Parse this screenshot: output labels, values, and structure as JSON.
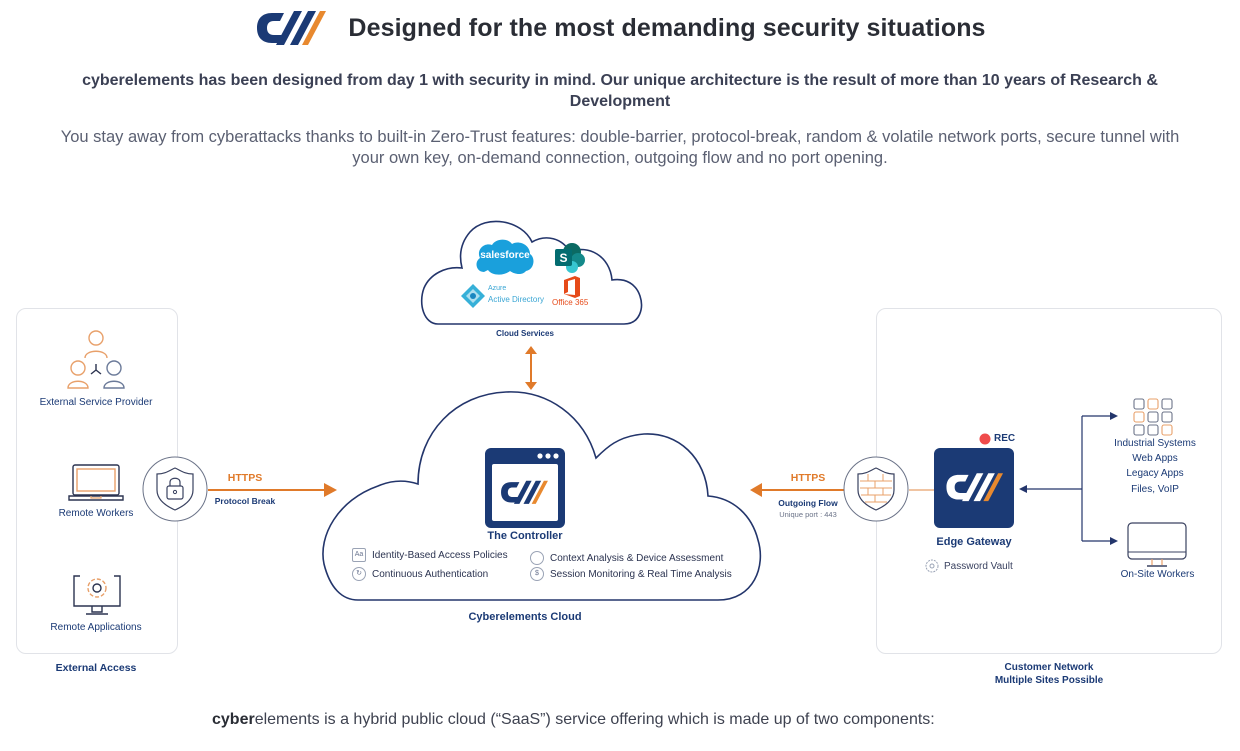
{
  "header": {
    "logo": "cyberelements-logo",
    "title": "Designed for the most demanding security situations"
  },
  "intro": {
    "bold": "cyberelements has been designed from day 1 with security in mind. Our unique architecture is the result of more than 10 years of Research & Development",
    "regular": "You stay away from cyberattacks thanks to built-in Zero-Trust features: double-barrier, protocol-break, random & volatile network ports, secure tunnel with your own key, on-demand connection, outgoing flow and no port opening."
  },
  "cloud_services": {
    "label": "Cloud Services",
    "apps": [
      "salesforce",
      "SharePoint",
      "Azure Active Directory",
      "Office 365"
    ],
    "salesforce_text": "salesforce",
    "sharepoint_text": "S",
    "azure_line1": "Azure",
    "azure_line2": "Active Directory",
    "office_text": "Office 365"
  },
  "external_access": {
    "label": "External Access",
    "items": [
      {
        "label": "External Service Provider",
        "icon": "users-group-icon"
      },
      {
        "label": "Remote Workers",
        "icon": "laptop-icon"
      },
      {
        "label": "Remote Applications",
        "icon": "monitor-gear-icon"
      }
    ]
  },
  "left_link": {
    "protocol": "HTTPS",
    "caption": "Protocol Break",
    "icon": "shield-lock-icon"
  },
  "controller": {
    "title": "The Controller",
    "cloud_label": "Cyberelements Cloud",
    "features": [
      {
        "label": "Identity-Based Access Policies",
        "icon": "id-card-icon"
      },
      {
        "label": "Continuous Authentication",
        "icon": "refresh-user-icon"
      },
      {
        "label": "Context Analysis & Device Assessment",
        "icon": "magnifier-icon"
      },
      {
        "label": "Session Monitoring & Real Time Analysis",
        "icon": "monitoring-icon"
      }
    ]
  },
  "right_link": {
    "protocol": "HTTPS",
    "caption": "Outgoing Flow",
    "sub_caption": "Unique port : 443",
    "icon": "firewall-shield-icon"
  },
  "customer_network": {
    "label_line1": "Customer Network",
    "label_line2": "Multiple Sites Possible",
    "gateway": {
      "title": "Edge Gateway",
      "rec": "REC",
      "vault": "Password Vault"
    },
    "resources": [
      "Industrial Systems",
      "Web Apps",
      "Legacy Apps",
      "Files, VoIP"
    ],
    "workers": "On-Site Workers"
  },
  "colors": {
    "brand_blue": "#1b3a75",
    "brand_orange": "#e8892f",
    "rec_red": "#ef4b4b"
  },
  "footer": {
    "brand_bold": "cyber",
    "text": "elements is a hybrid public cloud (“SaaS”) service offering which is made up of two components:"
  }
}
